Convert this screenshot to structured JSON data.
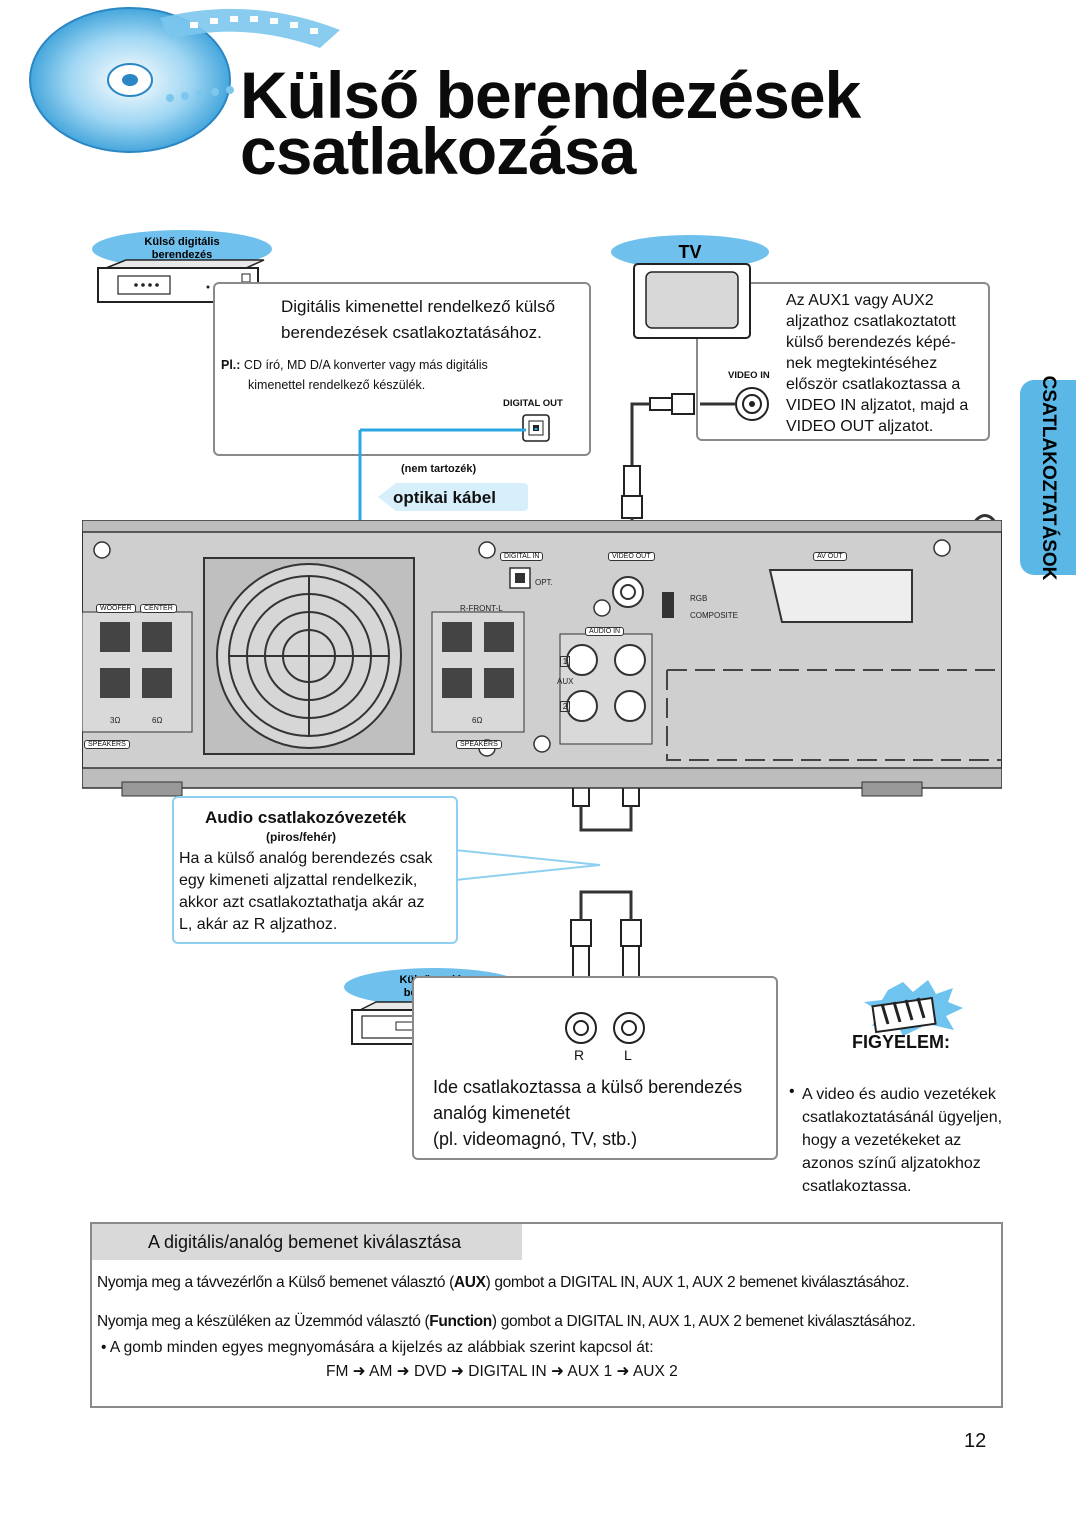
{
  "title": {
    "line1": "Külső berendezések",
    "line2": "csatlakozása"
  },
  "side_tab": "CSATLAKOZTATÁSOK",
  "digital_device": {
    "pill": "Külső digitális berendezés",
    "heading_line1": "Digitális kimenettel rendelkező külső",
    "heading_line2": "berendezések csatlakoztatásához.",
    "example_prefix": "Pl.:",
    "example_line1": " CD író, MD D/A konverter vagy más digitális",
    "example_line2": "kimenettel rendelkező készülék.",
    "port_label": "DIGITAL OUT"
  },
  "optical": {
    "note": "(nem tartozék)",
    "label": "optikai kábel"
  },
  "tv": {
    "pill": "TV",
    "port_label": "VIDEO IN",
    "text": [
      "Az AUX1 vagy AUX2",
      "aljzathoz csatlakoztatott",
      "külső berendezés képé-",
      "nek megtekintéséhez",
      "először csatlakoztassa a",
      "VIDEO IN aljzatot, majd a",
      "VIDEO OUT aljzatot."
    ]
  },
  "rear_panel": {
    "digital_in": "DIGITAL IN",
    "opt": "OPT.",
    "video_out": "VIDEO OUT",
    "rgb": "RGB",
    "composite": "COMPOSITE",
    "av_out": "AV OUT",
    "audio_in": "AUDIO IN",
    "aux": "AUX",
    "aux1": "1",
    "aux2": "2",
    "woofer": "WOOFER",
    "center": "CENTER",
    "r_front_l": "R-FRONT-L",
    "speakers": "SPEAKERS",
    "ohm3": "3Ω",
    "ohm6": "6Ω"
  },
  "audio_cable": {
    "title": "Audio csatlakozóvezeték",
    "subtitle": "(piros/fehér)",
    "text": [
      "Ha a külső analóg berendezés csak",
      "egy kimeneti aljzattal rendelkezik,",
      "akkor azt csatlakoztathatja akár az",
      "L, akár az R aljzathoz."
    ]
  },
  "analog_device": {
    "pill": "Külső analóg berendezés",
    "r": "R",
    "l": "L",
    "text": [
      "Ide csatlakoztassa a külső berendezés",
      "analóg kimenetét",
      "(pl. videomagnó, TV, stb.)"
    ]
  },
  "caution": {
    "title": "FIGYELEM:",
    "bullet": "•",
    "text": [
      "A video és audio vezetékek",
      "csatlakoztatásánál ügyeljen,",
      "hogy a vezetékeket az",
      "azonos színű aljzatokhoz",
      "csatlakoztassa."
    ]
  },
  "selection": {
    "heading": "A digitális/analóg bemenet kiválasztása",
    "p1_a": "Nyomja meg a távvezérlőn a Külső bemenet választó (",
    "p1_b": "AUX",
    "p1_c": ") gombot a DIGITAL IN, AUX 1, AUX 2 bemenet kiválasztásához.",
    "p2_a": "Nyomja meg a készüléken az Üzemmód választó (",
    "p2_b": "Function",
    "p2_c": ") gombot a DIGITAL IN, AUX 1, AUX 2 bemenet kiválasztásához.",
    "bullet": "• A gomb minden egyes megnyomására a kijelzés az alábbiak szerint kapcsol át:",
    "sequence": "FM ➜ AM ➜ DVD ➜ DIGITAL IN ➜ AUX 1 ➜ AUX 2"
  },
  "page_number": "12",
  "colors": {
    "accent_blue": "#5ab7e6",
    "cable_blue": "#2aa7e0",
    "panel_gray": "#c9c9c9",
    "border_gray": "#8a8a8a"
  }
}
